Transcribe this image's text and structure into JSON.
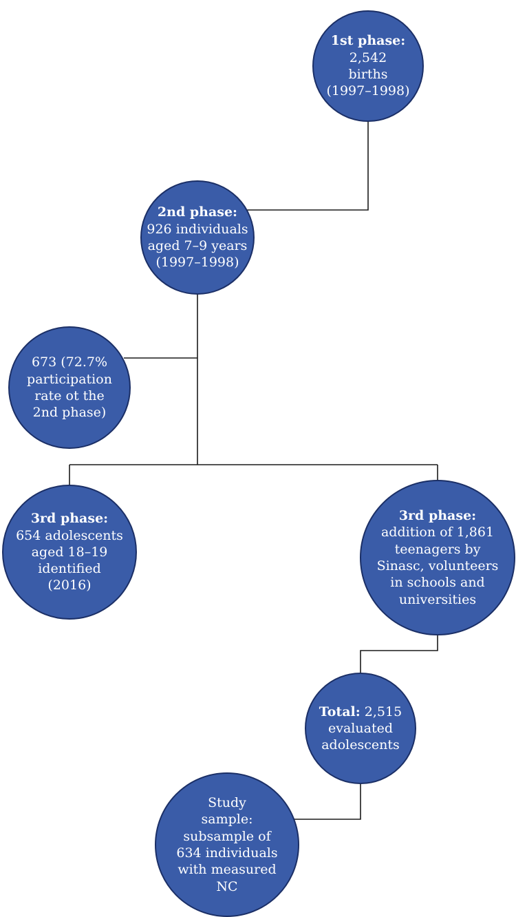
{
  "colors": {
    "node_fill": "#3a5ca8",
    "node_stroke": "#1b2f66",
    "connector": "#1a1a1a",
    "text": "#ffffff"
  },
  "nodes": {
    "phase1": {
      "heading": "1st phase:",
      "lines": [
        "2,542",
        "births",
        "(1997–1998)"
      ]
    },
    "phase2": {
      "heading": "2nd phase:",
      "lines": [
        "926 individuals",
        "aged 7–9 years",
        "(1997–1998)"
      ]
    },
    "participation": {
      "lines": [
        "673 (72.7%",
        "participation",
        "rate ot the",
        "2nd phase)"
      ]
    },
    "phase3_left": {
      "heading": "3rd phase:",
      "lines": [
        "654 adolescents",
        "aged 18–19",
        "identified",
        "(2016)"
      ]
    },
    "phase3_right": {
      "heading": "3rd phase:",
      "lines": [
        "addition of 1,861",
        "teenagers by",
        "Sinasc, volunteers",
        "in schools and",
        "universities"
      ]
    },
    "total": {
      "heading": "Total:",
      "heading_rest": " 2,515",
      "lines": [
        "evaluated",
        "adolescents"
      ]
    },
    "study_sample": {
      "lines": [
        "Study",
        "sample:",
        "subsample of",
        "634 individuals",
        "with measured",
        "NC"
      ]
    }
  }
}
